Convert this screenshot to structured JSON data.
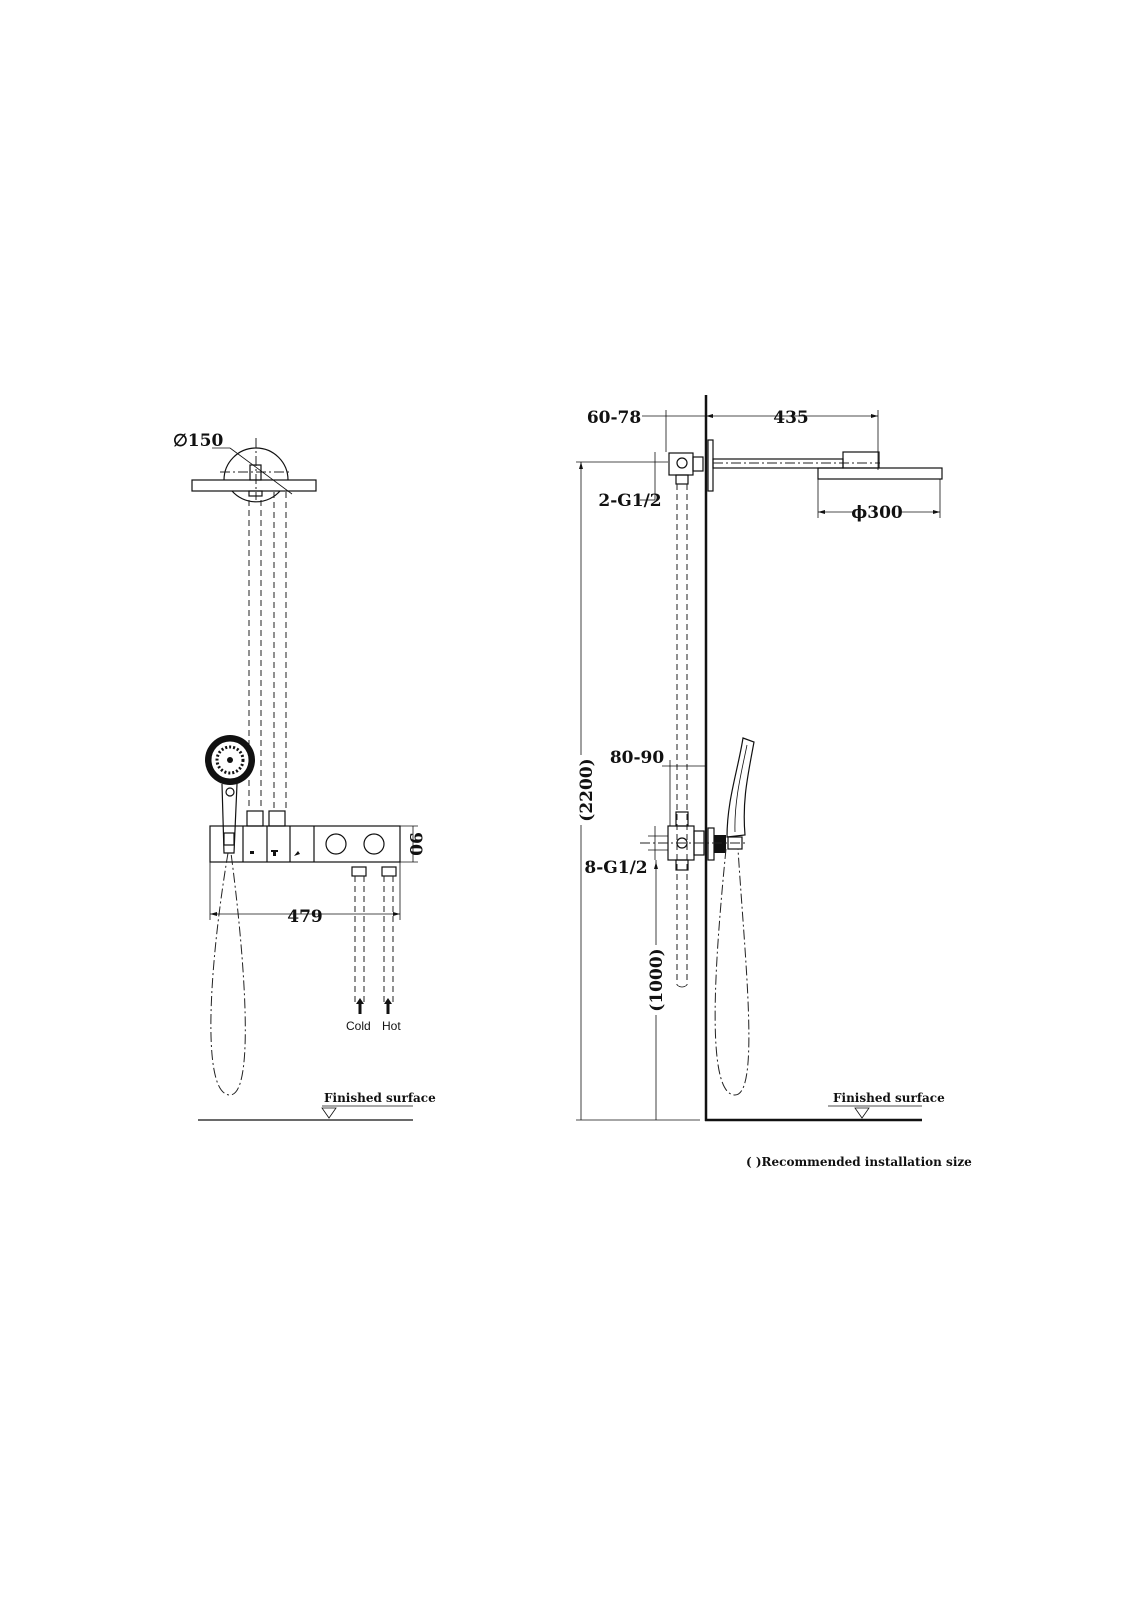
{
  "front_view": {
    "head_diameter": "∅150",
    "body_height": "90",
    "body_width": "479",
    "inlet_cold": "Cold",
    "inlet_hot": "Hot",
    "floor_label": "Finished surface"
  },
  "side_view": {
    "wall_depth": "60-78",
    "arm_length": "435",
    "top_connections": "2-G1/2",
    "head_diameter": "ϕ300",
    "valve_depth": "80-90",
    "valve_connections": "8-G1/2",
    "head_height": "(2200)",
    "valve_height": "(1000)",
    "floor_label": "Finished surface"
  },
  "note": "( )Recommended installation size"
}
